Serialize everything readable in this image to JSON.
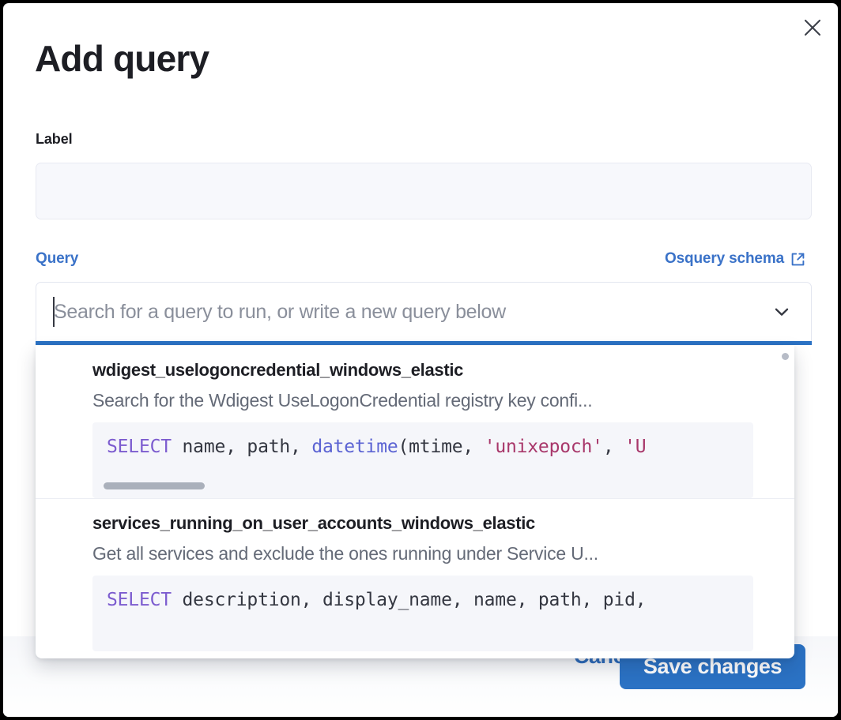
{
  "modal": {
    "title": "Add query",
    "close_icon": "close-icon"
  },
  "label_field": {
    "caption": "Label",
    "value": "",
    "placeholder": ""
  },
  "query_section": {
    "caption": "Query",
    "schema_link": {
      "text": "Osquery schema",
      "icon": "external-link-icon"
    },
    "search": {
      "placeholder": "Search for a query to run, or write a new query below",
      "value": "",
      "chevron_icon": "chevron-down-icon"
    }
  },
  "dropdown": {
    "items": [
      {
        "title": "wdigest_uselogoncredential_windows_elastic",
        "description": "Search for the Wdigest UseLogonCredential registry key confi...",
        "code_tokens": [
          {
            "t": "SELECT",
            "k": "kw"
          },
          {
            "t": " name, path, ",
            "k": "plain"
          },
          {
            "t": "datetime",
            "k": "fn"
          },
          {
            "t": "(mtime, ",
            "k": "plain"
          },
          {
            "t": "'unixepoch'",
            "k": "str"
          },
          {
            "t": ", ",
            "k": "plain"
          },
          {
            "t": "'U",
            "k": "str"
          }
        ],
        "has_hscroll": true
      },
      {
        "title": "services_running_on_user_accounts_windows_elastic",
        "description": "Get all services and exclude the ones running under Service U...",
        "code_tokens": [
          {
            "t": "SELECT",
            "k": "kw"
          },
          {
            "t": " description, display_name, name, path, pid,",
            "k": "plain"
          }
        ],
        "has_hscroll": false
      }
    ]
  },
  "footer": {
    "cancel_label": "Cancel",
    "save_label": "Save changes"
  },
  "colors": {
    "accent_blue": "#2b72c4",
    "link_blue": "#3a72c8",
    "title_text": "#1d1e24",
    "muted_text": "#646a77",
    "field_bg": "#f7f8fc",
    "code_bg": "#f5f6fa",
    "keyword_purple": "#7c5ccf",
    "function_blue": "#5b63d3",
    "string_magenta": "#a8376a"
  }
}
